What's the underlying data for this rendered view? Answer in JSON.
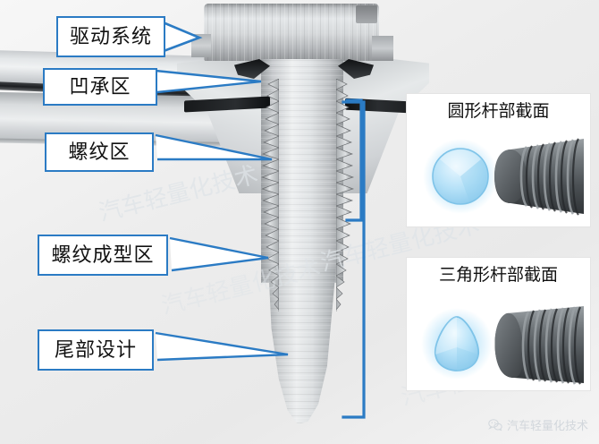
{
  "figure": {
    "subject": "self-tapping-screw-cross-section",
    "accent_color": "#2b7bc4",
    "background_color": "#f0f0f0"
  },
  "callouts": [
    {
      "id": "drive-system",
      "label": "驱动系统"
    },
    {
      "id": "bearing-recess",
      "label": "凹承区"
    },
    {
      "id": "thread-zone",
      "label": "螺纹区"
    },
    {
      "id": "thread-forming",
      "label": "螺纹成型区"
    },
    {
      "id": "tail-design",
      "label": "尾部设计"
    }
  ],
  "panels": [
    {
      "id": "round-shank",
      "title": "圆形杆部截面",
      "cross_section_shape": "circle",
      "shank_shape": "round-threaded-rod",
      "highlight_color": "#9ed8f5"
    },
    {
      "id": "triangular-shank",
      "title": "三角形杆部截面",
      "cross_section_shape": "rounded-triangle",
      "shank_shape": "triangular-threaded-rod",
      "highlight_color": "#9ed8f5"
    }
  ],
  "brackets": [
    {
      "id": "thread-forming-extent",
      "kind": "inner-measure-bracket"
    },
    {
      "id": "tail-extent",
      "kind": "outer-measure-bracket"
    }
  ],
  "watermarks": {
    "tiled_text": "汽车轻量化技术",
    "footer_text": "汽车轻量化技术",
    "footer_icon": "wechat-icon"
  }
}
